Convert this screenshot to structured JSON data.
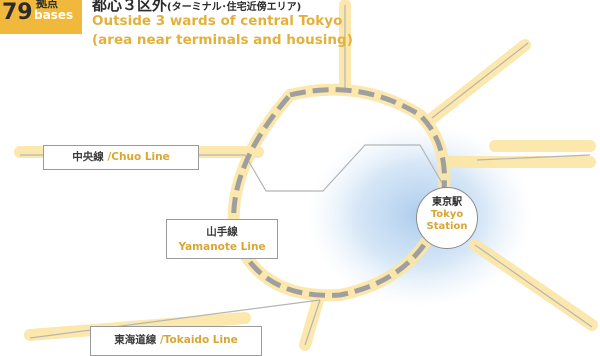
{
  "header": {
    "badge_number": "79",
    "badge_jp": "拠点",
    "badge_en": "bases",
    "title_jp": "都心３区外",
    "title_jp_sub": "(ターミナル･住宅近傍エリア)",
    "title_en_line1": "Outside 3 wards of central Tokyo",
    "title_en_line2": "(area near terminals and housing)"
  },
  "labels": {
    "chuo_jp": "中央線",
    "chuo_en": "/Chuo Line",
    "yamanote_jp": "山手線",
    "yamanote_en": "Yamanote Line",
    "tokaido_jp": "東海道線",
    "tokaido_en": "/Tokaido Line",
    "station_jp": "東京駅",
    "station_en1": "Tokyo",
    "station_en2": "Station"
  },
  "colors": {
    "accent_yellow": "#f0b93c",
    "highlight_yellow": "#fbe6a6",
    "loop_gray": "#9f9f9f",
    "station_glow": "#9ec4ea"
  }
}
